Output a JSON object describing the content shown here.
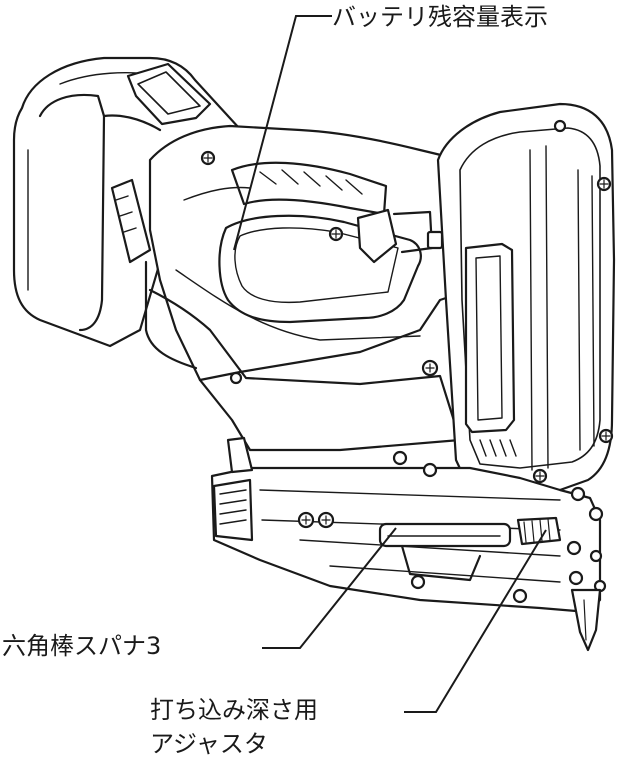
{
  "callouts": {
    "battery_indicator": "バッテリ残容量表示",
    "hex_wrench": "六角棒スパナ3",
    "depth_adjuster_line1": "打ち込み深さ用",
    "depth_adjuster_line2": "アジャスタ"
  },
  "colors": {
    "line": "#1a1a1a",
    "background": "#ffffff"
  }
}
